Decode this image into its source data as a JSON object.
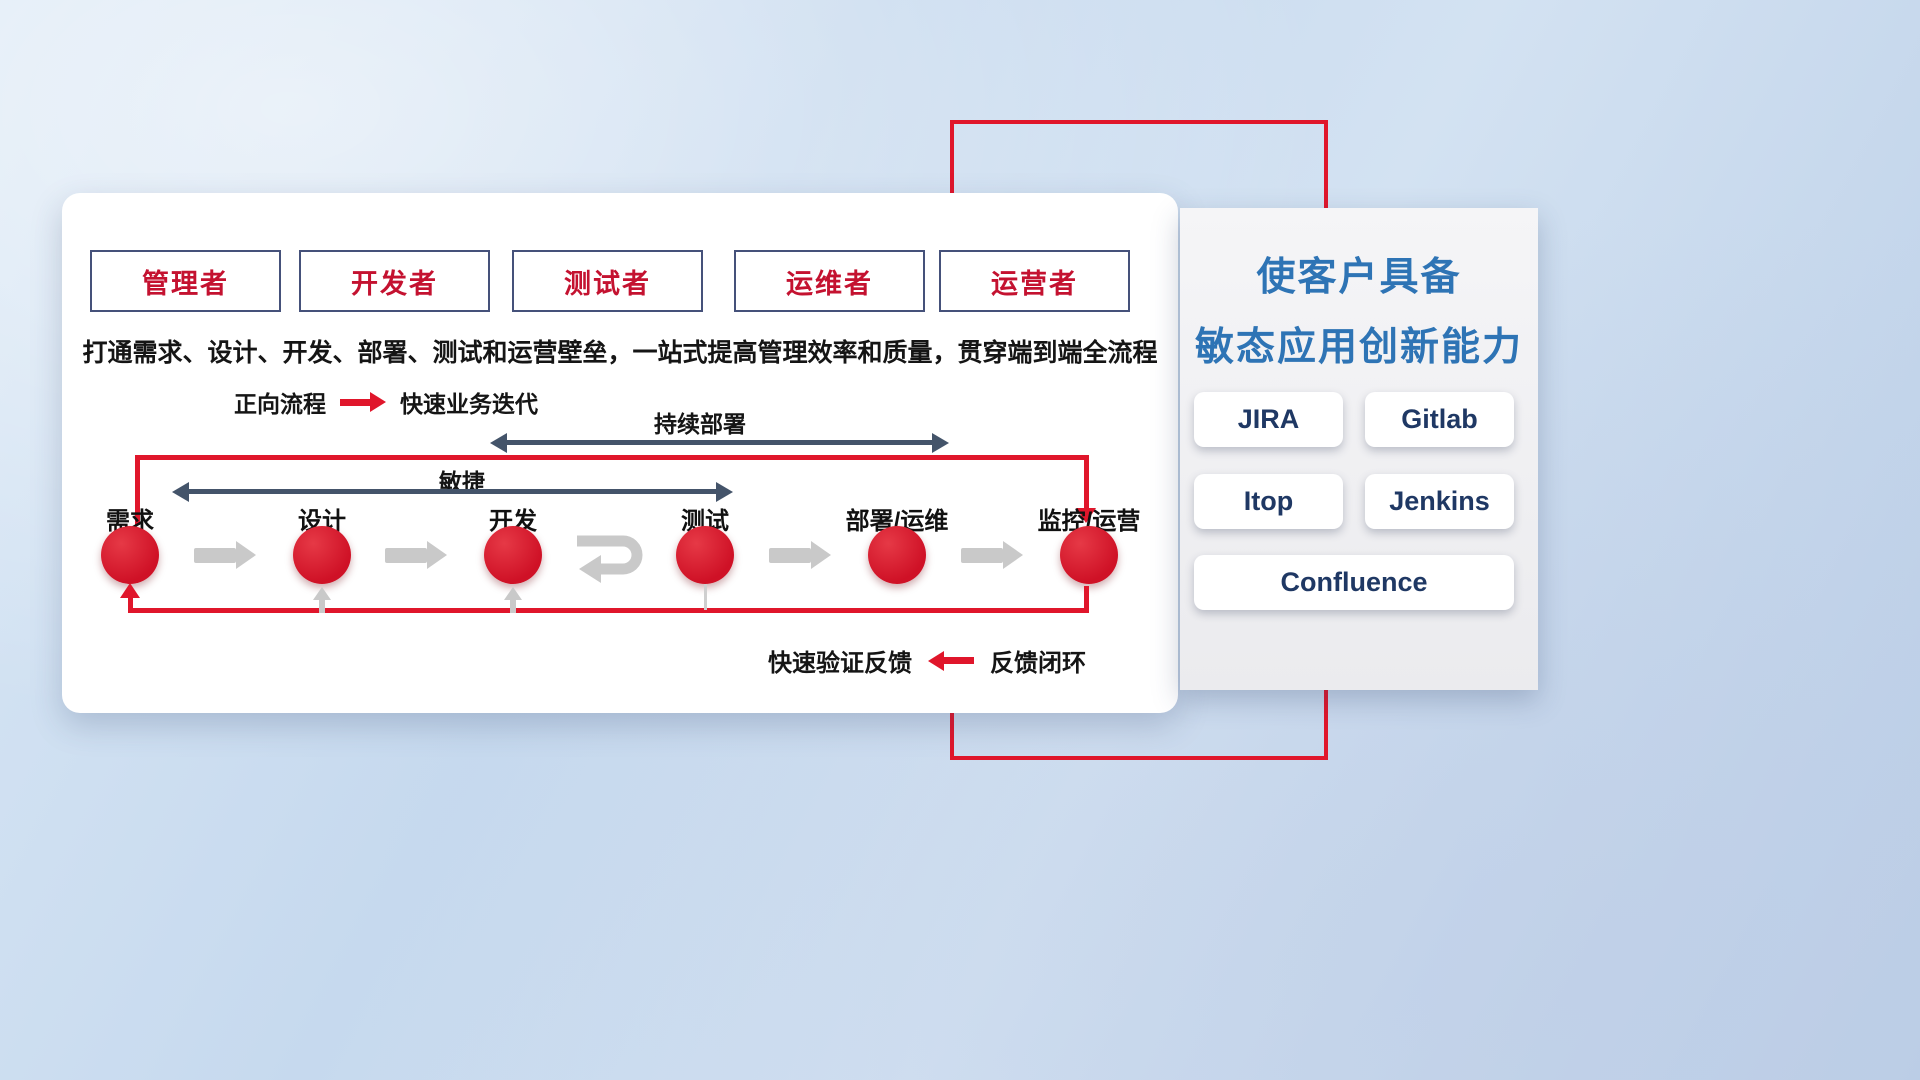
{
  "roles": [
    "管理者",
    "开发者",
    "测试者",
    "运维者",
    "运营者"
  ],
  "description": "打通需求、设计、开发、部署、测试和运营壁垒，一站式提高管理效率和质量，贯穿端到端全流程",
  "legend": {
    "forward_label": "正向流程",
    "forward_value": "快速业务迭代",
    "feedback_value": "快速验证反馈",
    "feedback_label": "反馈闭环"
  },
  "flow": {
    "stages": [
      "需求",
      "设计",
      "开发",
      "测试",
      "部署/运维",
      "监控/运营"
    ],
    "agile_label": "敏捷",
    "continuous_deploy_label": "持续部署"
  },
  "panel": {
    "title_line1": "使客户具备",
    "title_line2": "敏态应用创新能力",
    "tools": [
      "JIRA",
      "Gitlab",
      "Itop",
      "Jenkins",
      "Confluence"
    ]
  },
  "colors": {
    "accent_red": "#e0162b",
    "navy_arrow": "#44546a",
    "title_blue": "#2e74b5",
    "tool_text_navy": "#1f3864",
    "flow_gray": "#c9c9c9"
  }
}
